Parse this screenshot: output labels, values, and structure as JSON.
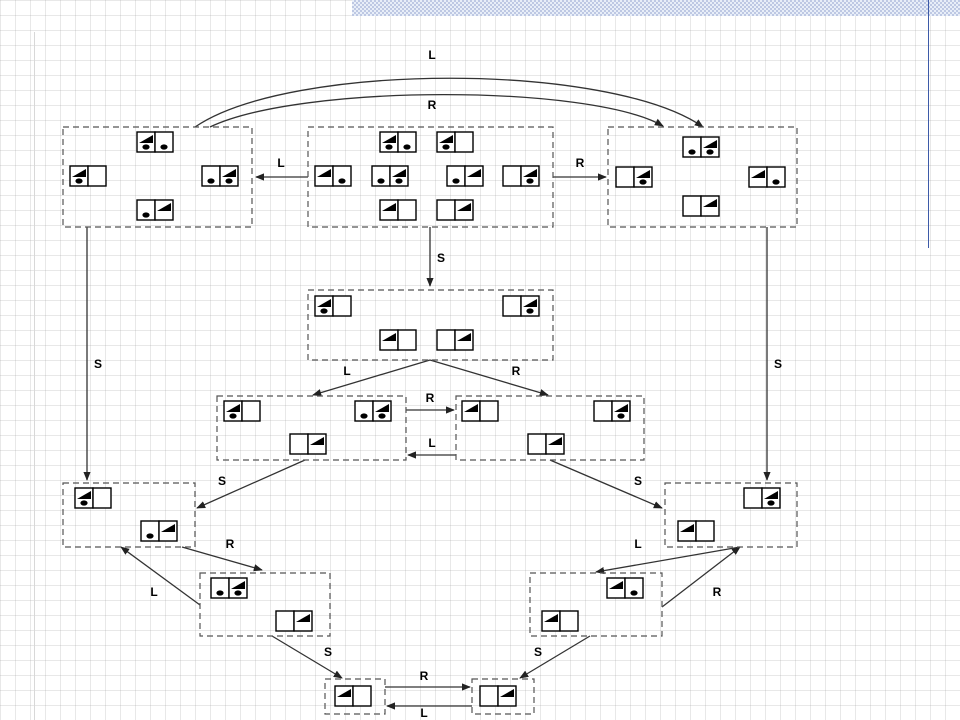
{
  "edges": [
    {
      "label": "L"
    },
    {
      "label": "R"
    },
    {
      "label": "L"
    },
    {
      "label": "R"
    },
    {
      "label": "S"
    },
    {
      "label": "S"
    },
    {
      "label": "S"
    },
    {
      "label": "L"
    },
    {
      "label": "R"
    },
    {
      "label": "R"
    },
    {
      "label": "L"
    },
    {
      "label": "S"
    },
    {
      "label": "S"
    },
    {
      "label": "R"
    },
    {
      "label": "L"
    },
    {
      "label": "L"
    },
    {
      "label": "R"
    },
    {
      "label": "S"
    },
    {
      "label": "S"
    },
    {
      "label": "R"
    },
    {
      "label": "L"
    }
  ]
}
